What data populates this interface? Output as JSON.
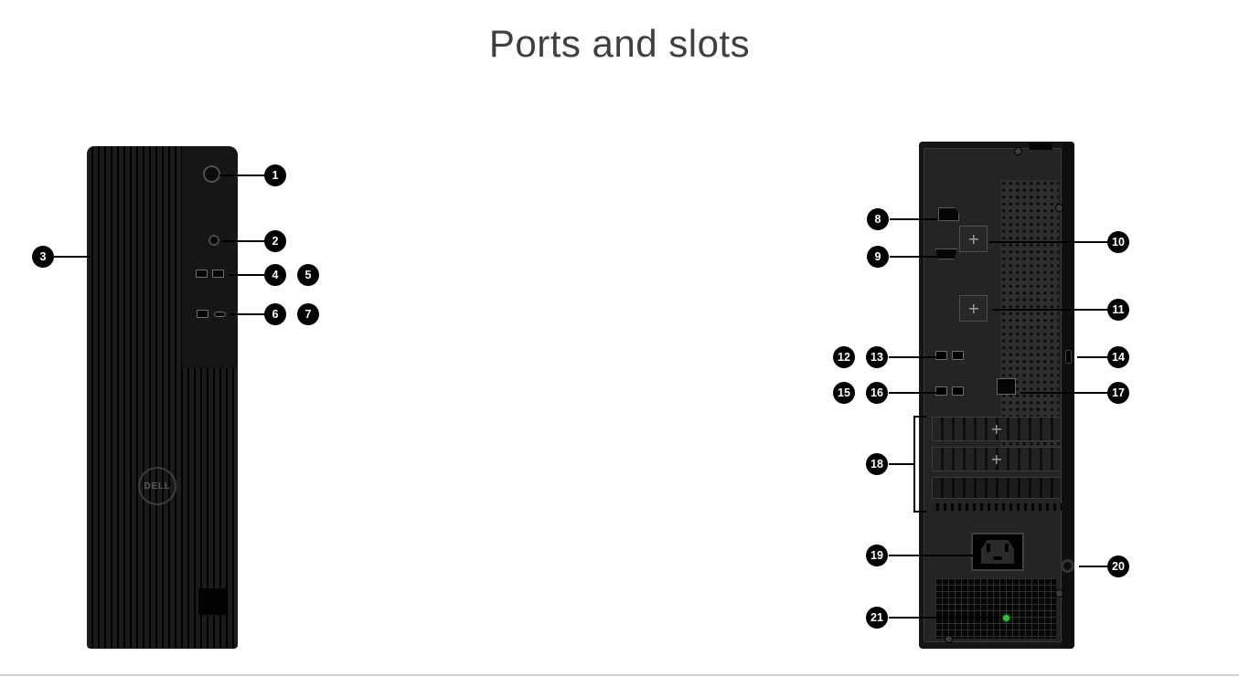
{
  "title": "Ports and slots",
  "front": {
    "logo": "DELL",
    "callouts": [
      "1",
      "2",
      "3",
      "4",
      "5",
      "6",
      "7"
    ]
  },
  "rear": {
    "callouts": [
      "8",
      "9",
      "10",
      "11",
      "12",
      "13",
      "14",
      "15",
      "16",
      "17",
      "18",
      "19",
      "20",
      "21"
    ]
  }
}
